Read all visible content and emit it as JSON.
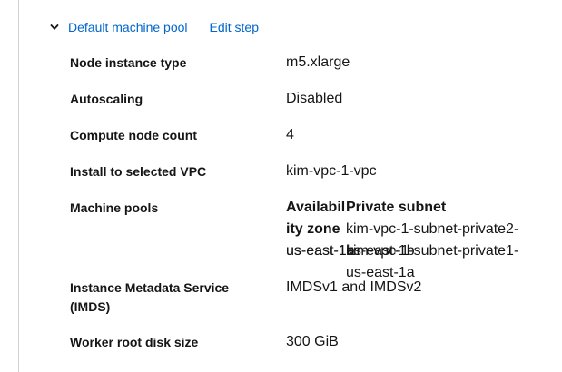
{
  "section": {
    "title": "Default machine pool",
    "edit_label": "Edit step"
  },
  "details": {
    "node_instance_type": {
      "label": "Node instance type",
      "value": "m5.xlarge"
    },
    "autoscaling": {
      "label": "Autoscaling",
      "value": "Disabled"
    },
    "compute_node_count": {
      "label": "Compute node count",
      "value": "4"
    },
    "install_vpc": {
      "label": "Install to selected VPC",
      "value": "kim-vpc-1-vpc"
    },
    "machine_pools": {
      "label": "Machine pools",
      "headers": {
        "az": "Availability zone",
        "private": "Private subnet"
      },
      "rows": [
        {
          "az": "us-east-1a",
          "private": "kim-vpc-1-subnet-private2-us-east-1b"
        },
        {
          "az": "us-east-1b",
          "private": "kim-vpc-1-subnet-private1-us-east-1a"
        }
      ]
    },
    "imds": {
      "label": "Instance Metadata Service (IMDS)",
      "value": "IMDSv1 and IMDSv2"
    },
    "root_disk": {
      "label": "Worker root disk size",
      "value": "300 GiB"
    }
  },
  "icons": {
    "chevron": "chevron-down-icon"
  },
  "colors": {
    "link": "#0066cc",
    "text": "#151515",
    "rule": "#d2d2d2"
  }
}
